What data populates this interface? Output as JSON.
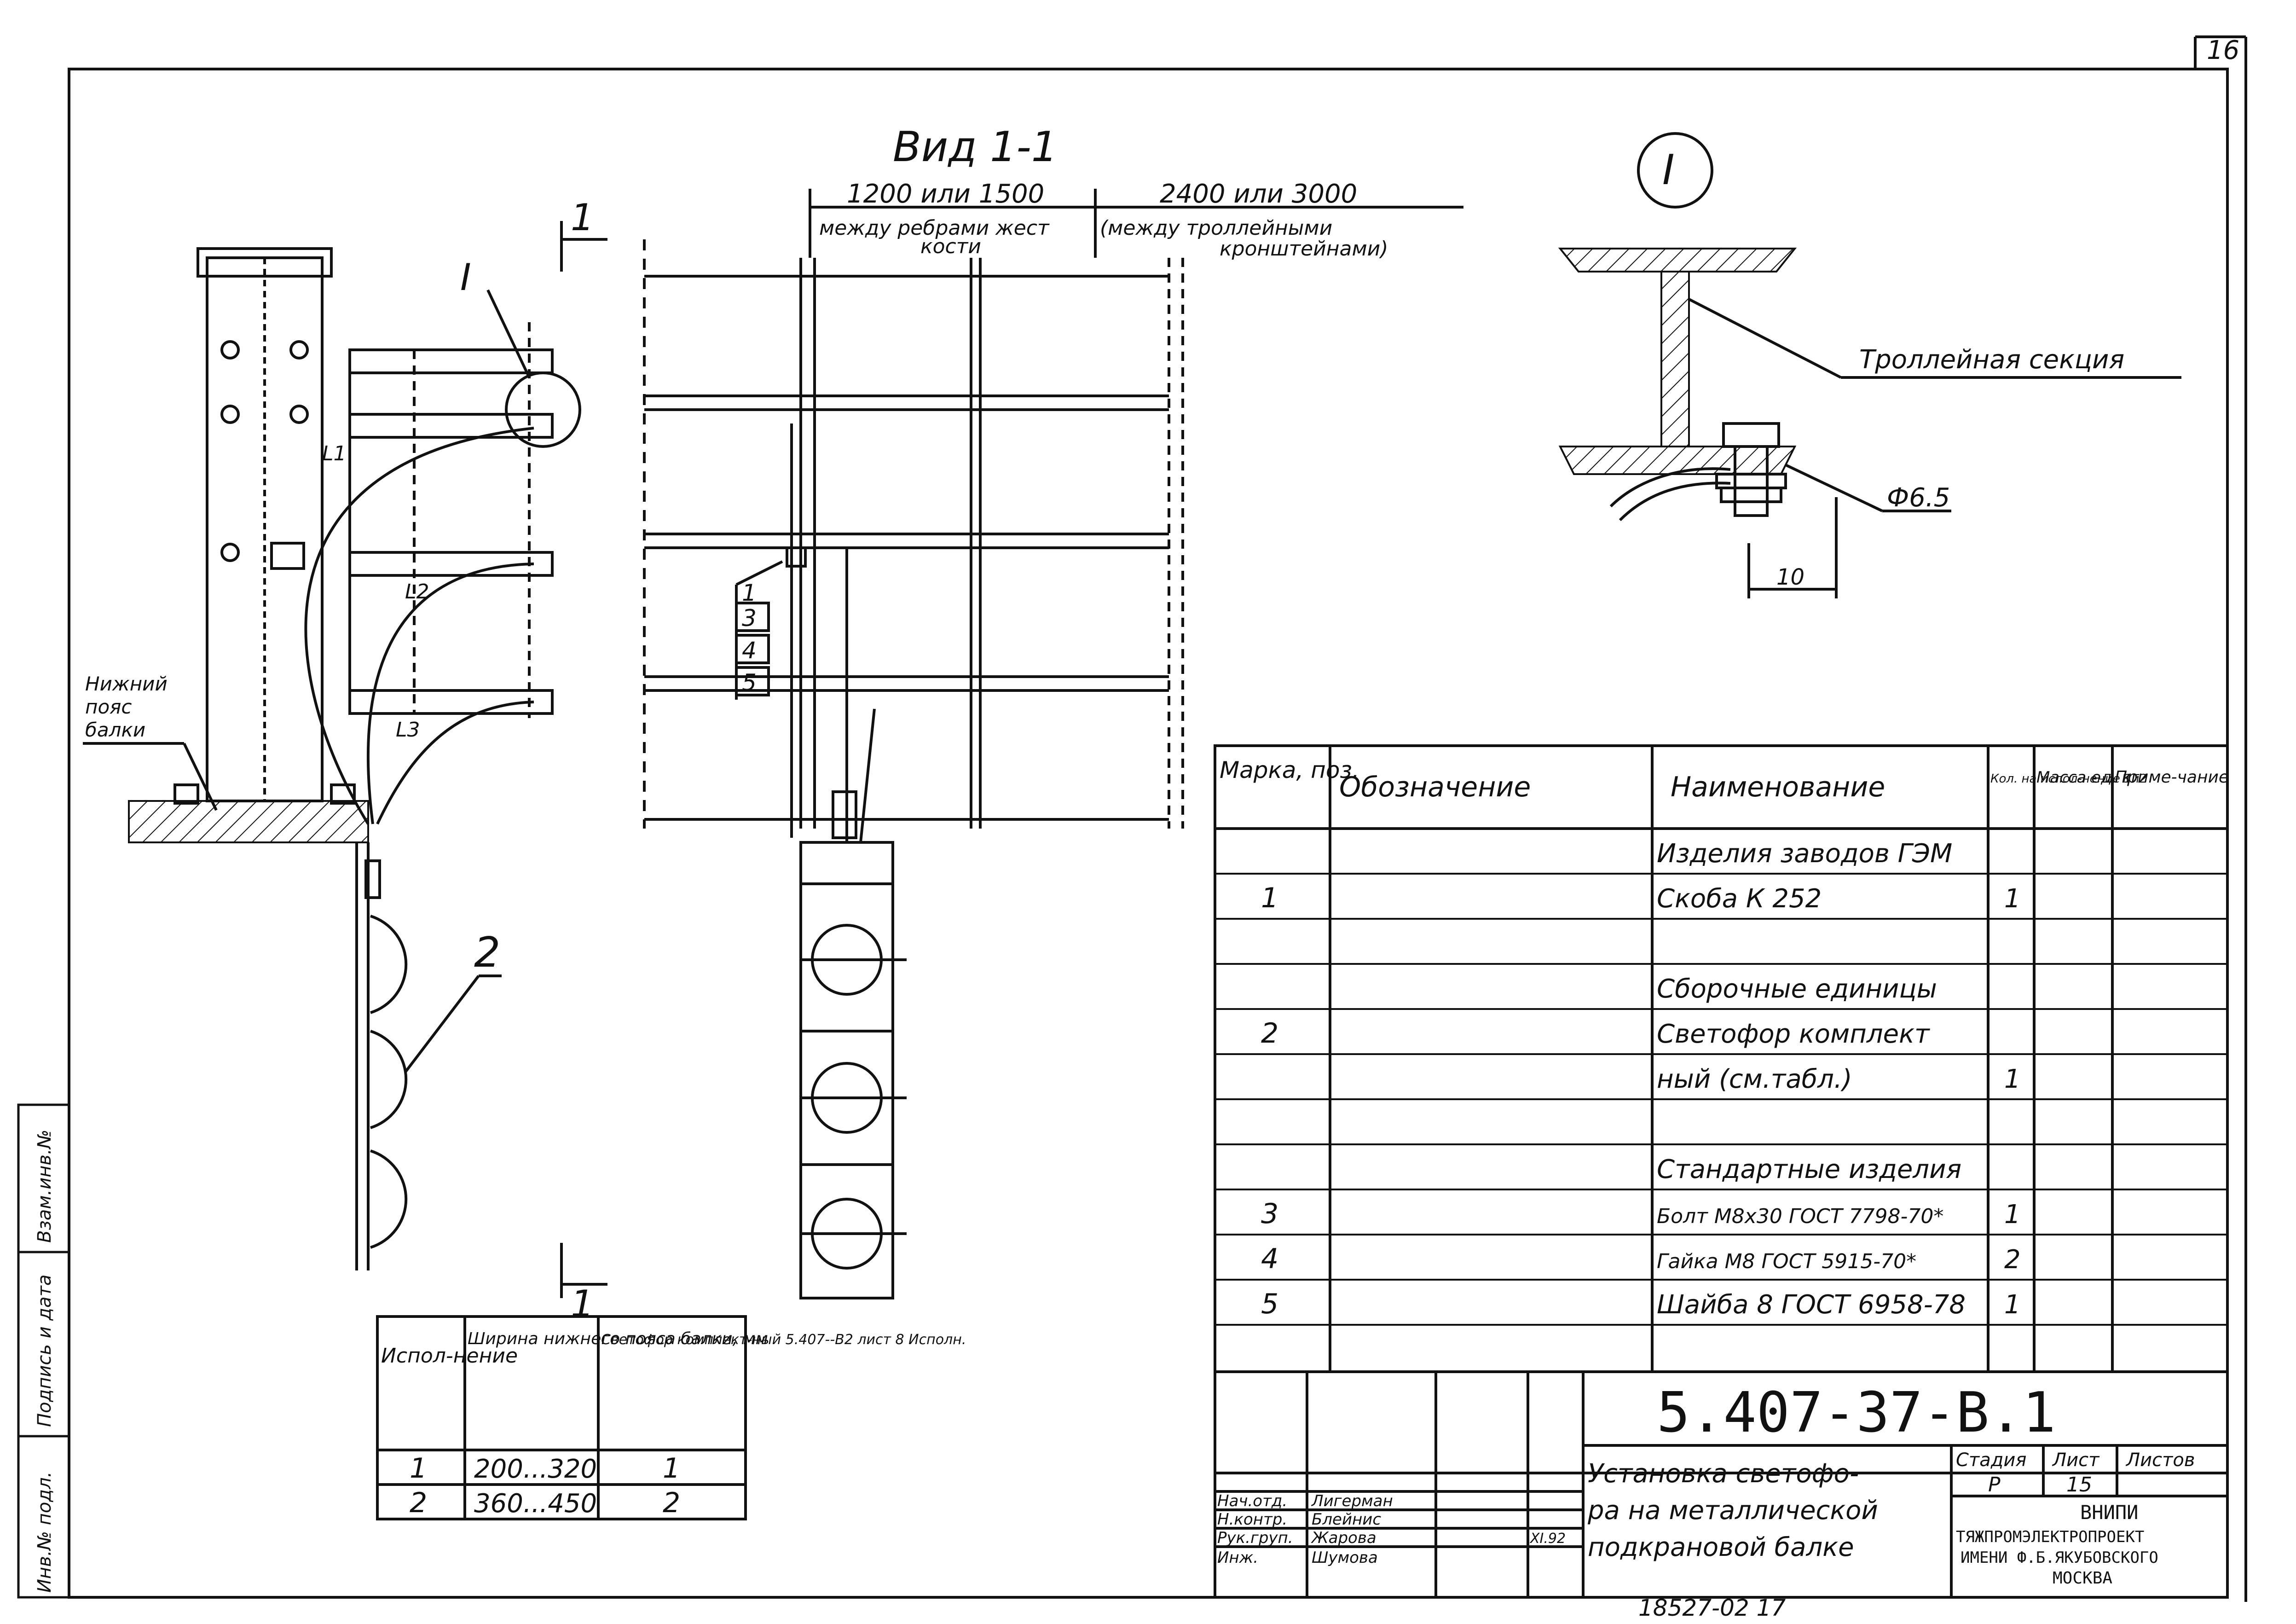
{
  "sheet_number": "16",
  "view_title": "Вид 1-1",
  "section_mark": "1",
  "callout_node": "I",
  "node_label_I": "I",
  "dims": {
    "d1": "1200 или 1500",
    "d1_note": "между ребрами жест",
    "d1_note2": "кости",
    "d2": "2400 или 3000",
    "d2_note": "(между троллейными",
    "d2_note2": "кронштейнами)",
    "dia": "Ф6.5",
    "ten": "10"
  },
  "labels": {
    "trolley": "Троллейная секция",
    "lower_flange_1": "Нижний",
    "lower_flange_2": "пояс",
    "lower_flange_3": "балки",
    "L1": "L1",
    "L2": "L2",
    "L3": "L3",
    "pos2": "2",
    "p1": "1",
    "p3": "3",
    "p4": "4",
    "p5": "5"
  },
  "spec": {
    "headers": {
      "mark": "Марка, поз.",
      "designation": "Обозначение",
      "name": "Наименование",
      "qty": "Кол. на испол-нение 1и2",
      "mass": "Масса ед, кг",
      "note": "Приме-чание"
    },
    "rows": [
      {
        "mark": "",
        "name": "Изделия заводов ГЭМ",
        "qty": ""
      },
      {
        "mark": "1",
        "name": "Скоба К 252",
        "qty": "1"
      },
      {
        "mark": "",
        "name": "",
        "qty": ""
      },
      {
        "mark": "",
        "name": "Сборочные единицы",
        "qty": ""
      },
      {
        "mark": "2",
        "name": "Светофор комплект",
        "qty": ""
      },
      {
        "mark": "",
        "name": "ный (см.табл.)",
        "qty": "1"
      },
      {
        "mark": "",
        "name": "",
        "qty": ""
      },
      {
        "mark": "",
        "name": "Стандартные изделия",
        "qty": ""
      },
      {
        "mark": "3",
        "name": "Болт М8х30 ГОСТ 7798-70*",
        "qty": "1"
      },
      {
        "mark": "4",
        "name": "Гайка М8 ГОСТ 5915-70*",
        "qty": "2"
      },
      {
        "mark": "5",
        "name": "Шайба 8 ГОСТ 6958-78",
        "qty": "1"
      },
      {
        "mark": "",
        "name": "",
        "qty": ""
      }
    ]
  },
  "exec_table": {
    "h1": "Испол-нение",
    "h2": "Ширина нижнего пояса балки, мм",
    "h3": "Светофор комплект-ный 5.407--В2 лист 8 Исполн.",
    "rows": [
      {
        "exec": "1",
        "width": "200...320",
        "light": "1"
      },
      {
        "exec": "2",
        "width": "360...450",
        "light": "2"
      }
    ]
  },
  "title_block": {
    "code": "5.407-37-В.1",
    "title_1": "Установка светофо-",
    "title_2": "ра на металлической",
    "title_3": "подкрановой балке",
    "stage_h": "Стадия",
    "sheet_h": "Лист",
    "sheets_h": "Листов",
    "stage": "Р",
    "sheet": "15",
    "org_1": "ВНИПИ",
    "org_2": "ТЯЖПРОМЭЛЕКТРОПРОЕКТ",
    "org_3": "ИМЕНИ Ф.Б.ЯКУБОВСКОГО",
    "org_4": "МОСКВА",
    "people": [
      {
        "role": "Нач.отд.",
        "name": "Лигерман"
      },
      {
        "role": "Н.контр.",
        "name": "Блейнис"
      },
      {
        "role": "Рук.груп.",
        "name": "Жарова"
      },
      {
        "role": "Инж.",
        "name": "Шумова"
      }
    ],
    "date": "XI.92"
  },
  "side_stamp": {
    "inv": "Инв.№ подл.",
    "sign": "Подпись и дата",
    "swap": "Взам.инв.№"
  },
  "bottom_code": "18527-02 17"
}
